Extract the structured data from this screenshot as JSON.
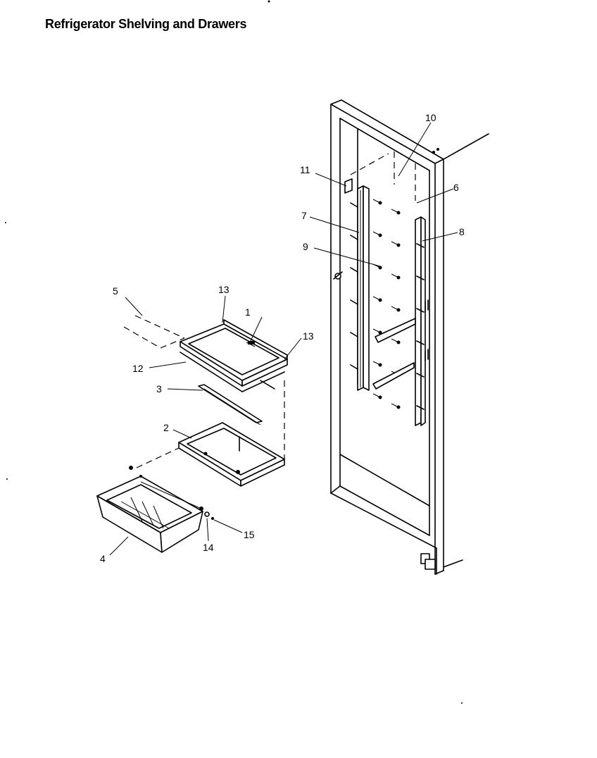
{
  "title": "Refrigerator Shelving and Drawers",
  "callouts": {
    "c1": "1",
    "c2": "2",
    "c3": "3",
    "c4": "4",
    "c5": "5",
    "c6": "6",
    "c7": "7",
    "c8": "8",
    "c9": "9",
    "c10": "10",
    "c11": "11",
    "c12": "12",
    "c13a": "13",
    "c13b": "13",
    "c14": "14",
    "c15": "15"
  }
}
